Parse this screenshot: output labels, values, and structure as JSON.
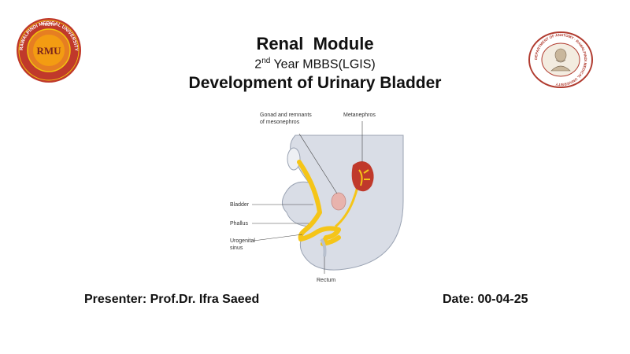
{
  "slide": {
    "title": "Renal  Module",
    "subtitle_prefix": "2",
    "subtitle_sup": "nd",
    "subtitle_rest": " Year MBBS(LGIS)",
    "heading": "Development of Urinary Bladder",
    "presenter": "Presenter: Prof.Dr. Ifra Saeed",
    "date": "Date: 00-04-25"
  },
  "logos": {
    "left": {
      "top_text": "TRUTH",
      "ring_text": "RAWALPINDI MEDICAL UNIVERSITY",
      "monogram": "RMU",
      "colors": {
        "outer": "#c0392b",
        "inner": "#e67e22",
        "gold": "#f1c40f"
      }
    },
    "right": {
      "ring_text": "DEPARTMENT OF ANATOMY · RAWALPINDI MEDICAL UNIVERSITY",
      "colors": {
        "ring": "#b03a2e"
      }
    }
  },
  "figure": {
    "labels": {
      "gonad_line1": "Gonad and remnants",
      "gonad_line2": "of mesonephros",
      "metanephros": "Metanephros",
      "bladder": "Bladder",
      "phallus": "Phallus",
      "urogenital_line1": "Urogenital",
      "urogenital_line2": "sinus",
      "rectum": "Rectum"
    },
    "colors": {
      "body": "#d9dde6",
      "body_edge": "#9aa3b3",
      "yellow": "#f5c518",
      "kidney": "#c0392b",
      "gonad": "#e8b3ad"
    }
  }
}
